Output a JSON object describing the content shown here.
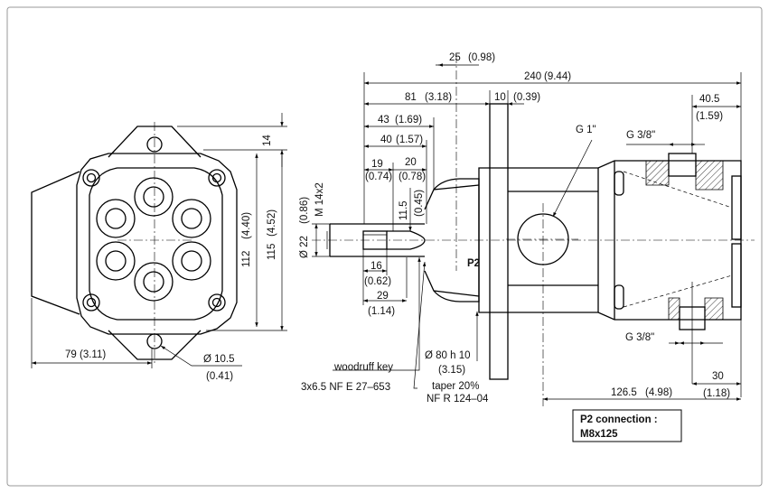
{
  "dimensions": {
    "d14": "14",
    "d112": "112",
    "d112_in": "(4.40)",
    "d115": "115",
    "d115_in": "(4.52)",
    "d79": "79 (3.11)",
    "d105": "Ø 10.5",
    "d105_in": "(0.41)",
    "d22": "Ø 22",
    "d22_in": "(0.86)",
    "m14": "M 14x2",
    "d25": "25",
    "d25_in": "(0.98)",
    "d240": "240",
    "d240_in": "(9.44)",
    "d81": "81",
    "d81_in": "(3.18)",
    "d10": "10",
    "d10_in": "(0.39)",
    "d43": "43",
    "d43_in": "(1.69)",
    "d40": "40",
    "d40_in": "(1.57)",
    "d19": "19",
    "d19_in": "(0.74)",
    "d20": "20",
    "d20_in": "(0.78)",
    "d115b": "11.5",
    "d115b_in": "(0.45)",
    "d16": "16",
    "d16_in": "(0.62)",
    "d29": "29",
    "d29_in": "(1.14)",
    "d80": "Ø 80 h 10",
    "d80_in": "(3.15)",
    "d405": "40.5",
    "d405_in": "(1.59)",
    "d30": "30",
    "d30_in": "(1.18)",
    "d1265": "126.5",
    "d1265_in": "(4.98)"
  },
  "labels": {
    "g1": "G 1\"",
    "g38_top": "G 3/8\"",
    "g38_bottom": "G 3/8\"",
    "p2": "P2",
    "woodruff": "woodruff key",
    "woodruff_spec": "3x6.5 NF E 27–653",
    "taper": "taper 20%",
    "taper_spec": "NF R 124–04"
  },
  "note": {
    "line1": "P2 connection :",
    "line2": "M8x125"
  }
}
